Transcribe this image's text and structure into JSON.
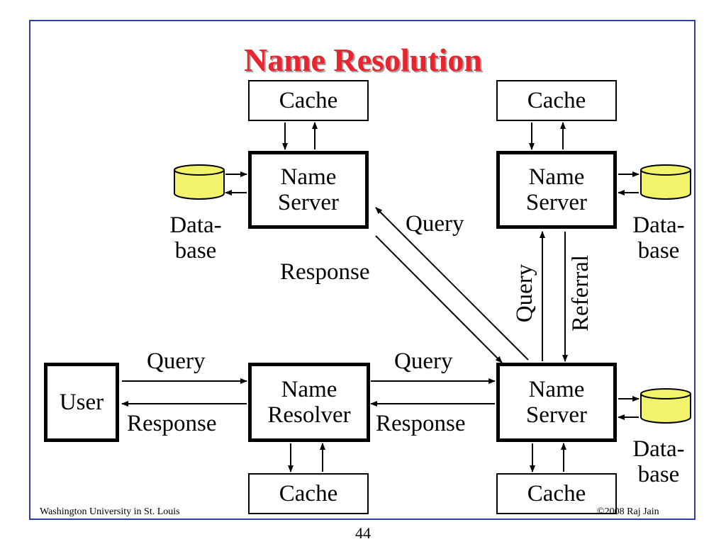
{
  "title": "Name Resolution",
  "nodes": {
    "cache_top_left": "Cache",
    "cache_top_right": "Cache",
    "cache_bottom_mid": "Cache",
    "cache_bottom_right": "Cache",
    "name_server_label_line1": "Name",
    "name_server_label_line2": "Server",
    "name_resolver_line1": "Name",
    "name_resolver_line2": "Resolver",
    "user": "User",
    "database_line1": "Data-",
    "database_line2": "base"
  },
  "edges": {
    "user_query": "Query",
    "user_response": "Response",
    "resolver_query": "Query",
    "resolver_response": "Response",
    "diag_query": "Query",
    "diag_response": "Response",
    "vert_query": "Query",
    "vert_referral": "Referral"
  },
  "footer": {
    "left": "Washington University in St. Louis",
    "right": "©2008 Raj Jain",
    "page": "44"
  },
  "colors": {
    "title": "#e8242e",
    "frame": "#2f3f9f",
    "database_fill": "#f2f26b"
  }
}
